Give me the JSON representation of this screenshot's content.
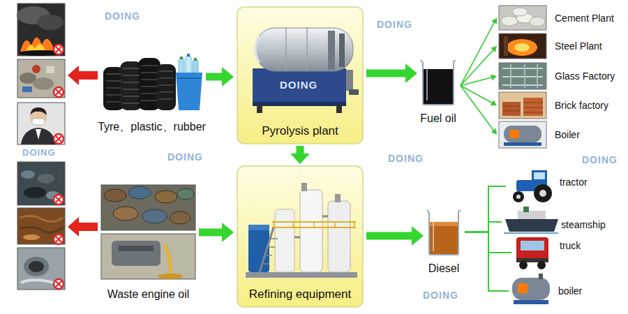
{
  "diagram": {
    "nodes": [
      {
        "text": [
          "Tyre、plastic、rubber"
        ]
      },
      {
        "text": [
          "Pyrolysis plant"
        ]
      },
      {
        "text": [
          "Fuel oil"
        ]
      },
      {
        "text": [
          "Cement Plant"
        ]
      },
      {
        "text": [
          "Steel Plant"
        ]
      },
      {
        "text": [
          "Glass Factory"
        ]
      },
      {
        "text": [
          "Brick factory"
        ]
      },
      {
        "text": [
          "Boiler"
        ]
      },
      {
        "text": [
          "Waste engine oil"
        ]
      },
      {
        "text": [
          "Refining equipment"
        ]
      },
      {
        "text": [
          "Diesel"
        ]
      },
      {
        "text": [
          "tractor"
        ]
      },
      {
        "text": [
          "steamship"
        ]
      },
      {
        "text": [
          "truck"
        ]
      },
      {
        "text": [
          "boiler"
        ]
      }
    ],
    "edges": [
      {
        "from": 0,
        "to": 1,
        "arrow": "to"
      },
      {
        "from": 1,
        "to": 2,
        "arrow": "to"
      },
      {
        "from": 2,
        "to": 3,
        "arrow": "to"
      },
      {
        "from": 2,
        "to": 4,
        "arrow": "to"
      },
      {
        "from": 2,
        "to": 5,
        "arrow": "to"
      },
      {
        "from": 2,
        "to": 6,
        "arrow": "to"
      },
      {
        "from": 2,
        "to": 7,
        "arrow": "to"
      },
      {
        "from": 1,
        "to": 9,
        "arrow": "to"
      },
      {
        "from": 8,
        "to": 9,
        "arrow": "to"
      },
      {
        "from": 9,
        "to": 10,
        "arrow": "to"
      },
      {
        "from": 10,
        "to": 11,
        "arrow": "none"
      },
      {
        "from": 10,
        "to": 12,
        "arrow": "none"
      },
      {
        "from": 10,
        "to": 13,
        "arrow": "none"
      },
      {
        "from": 10,
        "to": 14,
        "arrow": "none"
      }
    ],
    "labels": [
      "DOING",
      "DOING",
      "DOING",
      "DOING",
      "DOING",
      "DOING",
      "DOING",
      "DOING"
    ]
  }
}
